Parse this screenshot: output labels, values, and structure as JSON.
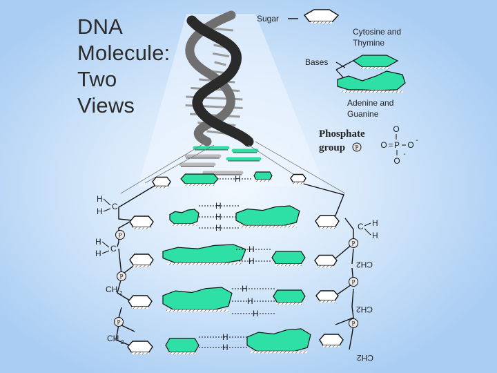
{
  "title": {
    "line1": "DNA",
    "line2": "Molecule:",
    "line3": "Two",
    "line4": "Views"
  },
  "legend": {
    "sugar": "Sugar",
    "pyrimidines": [
      "Cytosine and",
      "Thymine"
    ],
    "bases": "Bases",
    "purines": [
      "Adenine and",
      "Guanine"
    ],
    "phosphate": [
      "Phosphate",
      "group"
    ],
    "phosphate_symbol": "P",
    "phosphate_atoms": {
      "o": "O",
      "p": "P",
      "eq": "=",
      "minus": "-"
    }
  },
  "ladder": {
    "atoms": {
      "h": "H",
      "c": "C",
      "p": "P"
    },
    "ch2": "CH",
    "ch2_sub": "2",
    "ch2_mirrored": "CH2"
  },
  "colors": {
    "base_fill": "#2ee0a6",
    "line": "#111111"
  }
}
